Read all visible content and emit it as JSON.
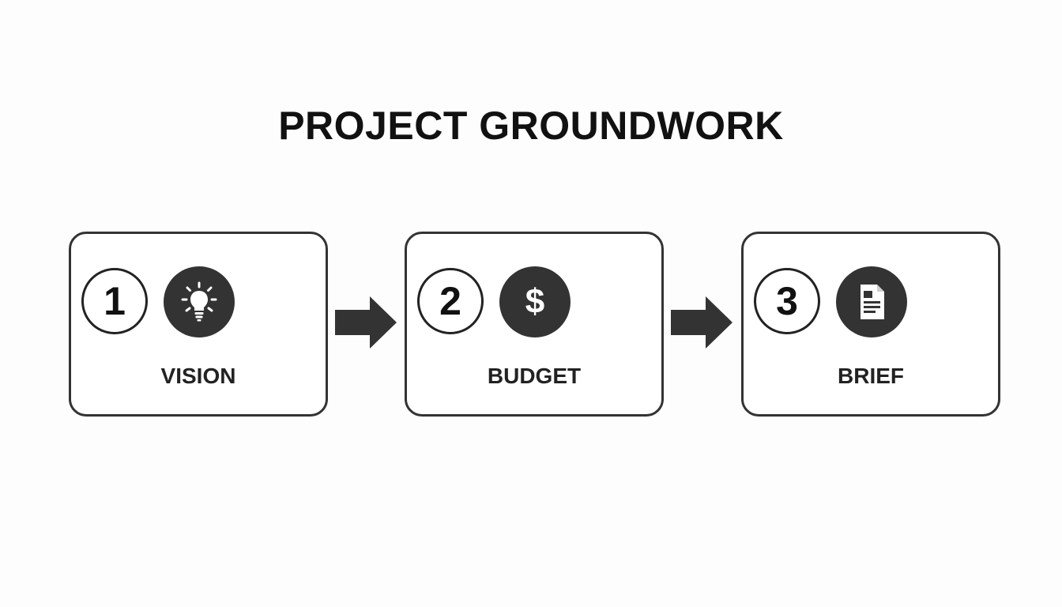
{
  "title": "PROJECT GROUNDWORK",
  "colors": {
    "card_border": "#333333",
    "icon_fill": "#333333",
    "text": "#111111",
    "background": "#fdfdfd"
  },
  "steps": [
    {
      "number": "1",
      "label": "VISION",
      "icon": "lightbulb-icon"
    },
    {
      "number": "2",
      "label": "BUDGET",
      "icon": "dollar-icon"
    },
    {
      "number": "3",
      "label": "BRIEF",
      "icon": "document-icon"
    }
  ],
  "connectors": [
    "arrow-right-icon",
    "arrow-right-icon"
  ]
}
